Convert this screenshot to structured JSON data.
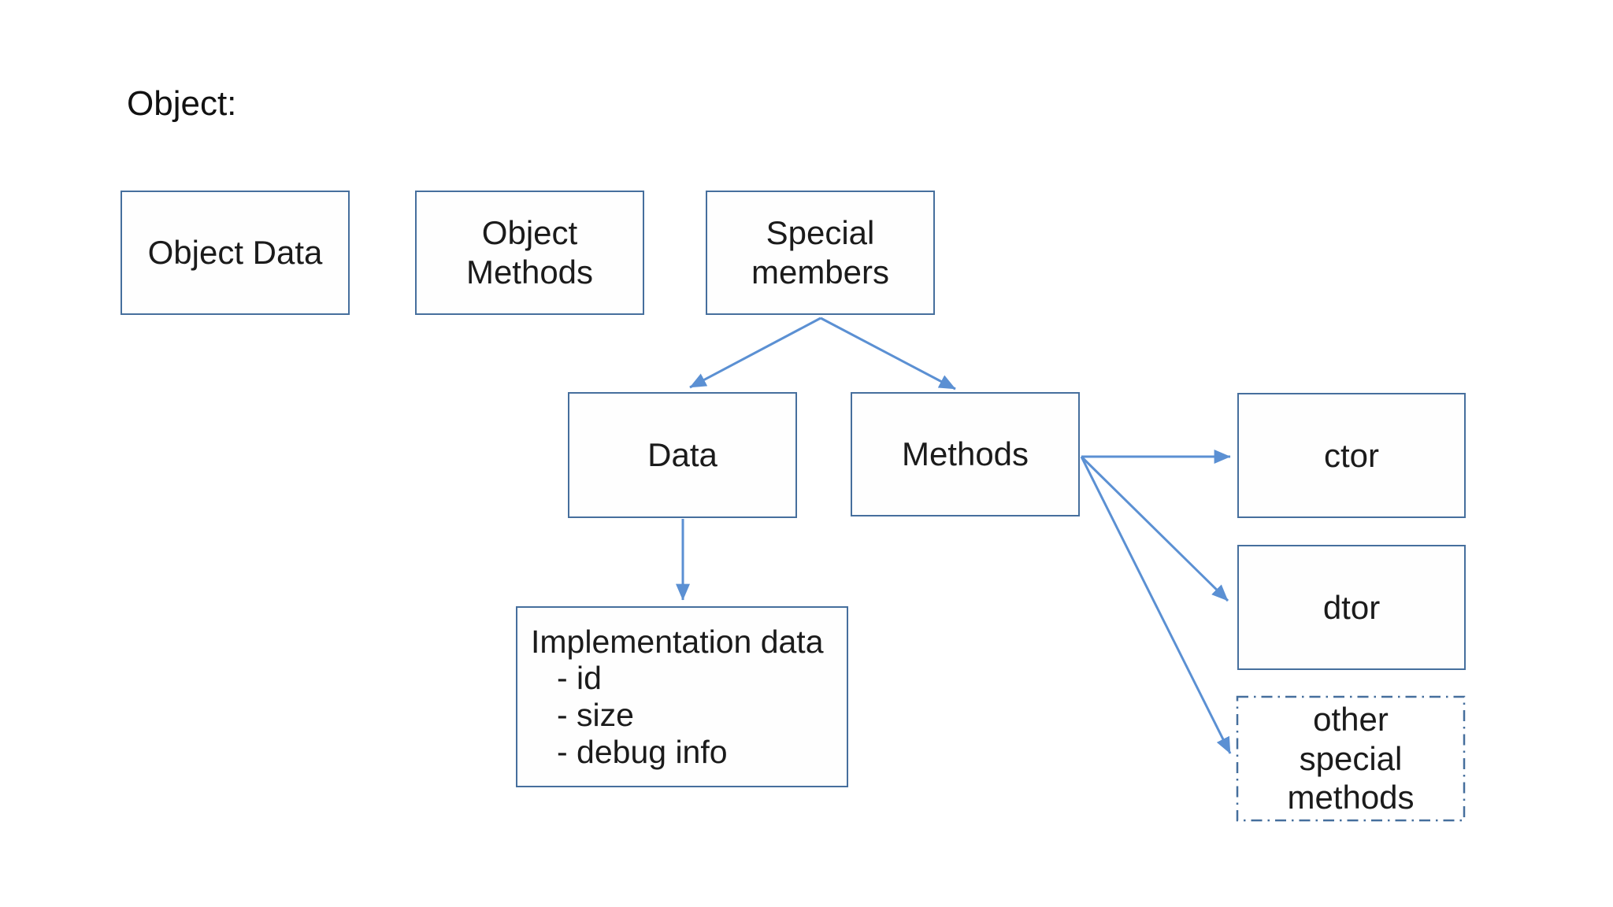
{
  "title": "Object:",
  "colors": {
    "box_border": "#466f9d",
    "arrow": "#5b90d3",
    "text": "#1b1b1b",
    "background": "#ffffff"
  },
  "nodes": {
    "object_data": {
      "label": "Object Data"
    },
    "object_methods": {
      "label": "Object Methods"
    },
    "special_members": {
      "label": "Special members"
    },
    "data": {
      "label": "Data"
    },
    "methods": {
      "label": "Methods"
    },
    "ctor": {
      "label": "ctor"
    },
    "dtor": {
      "label": "dtor"
    },
    "other_special_methods": {
      "label": "other special methods",
      "border_style": "dash-dot"
    },
    "implementation": {
      "title": "Implementation data",
      "items": [
        "- id",
        "- size",
        "- debug info"
      ]
    }
  },
  "edges": [
    {
      "from": "Special members",
      "to": "Data"
    },
    {
      "from": "Special members",
      "to": "Methods"
    },
    {
      "from": "Data",
      "to": "Implementation data"
    },
    {
      "from": "Methods",
      "to": "ctor"
    },
    {
      "from": "Methods",
      "to": "dtor"
    },
    {
      "from": "Methods",
      "to": "other special methods"
    }
  ]
}
